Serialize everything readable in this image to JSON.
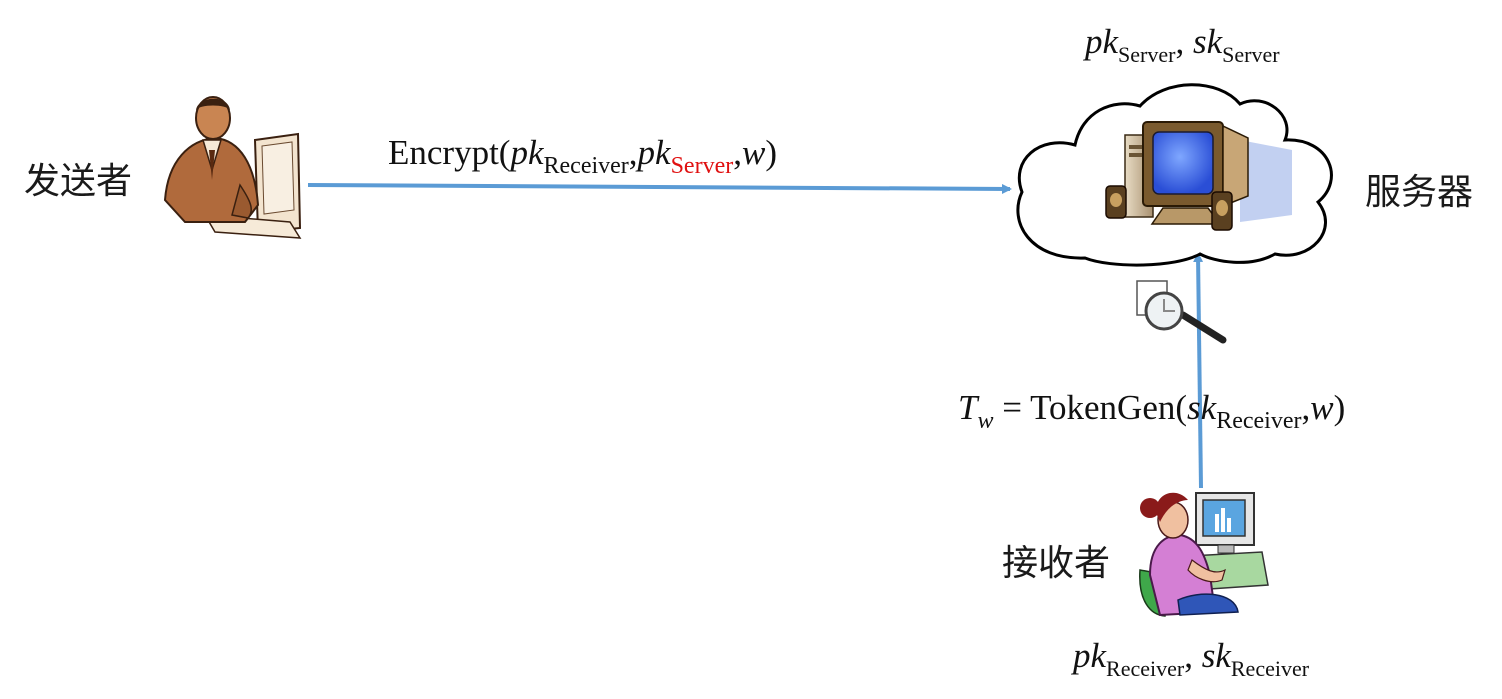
{
  "sender": {
    "label": "发送者"
  },
  "server": {
    "label": "服务器",
    "keys": {
      "pk": "pk",
      "sk": "sk",
      "sub": "Server",
      "sep": ", "
    }
  },
  "receiver": {
    "label": "接收者",
    "keys": {
      "pk": "pk",
      "sk": "sk",
      "sub": "Receiver",
      "sep": ", "
    }
  },
  "encrypt_edge": {
    "func": "Encrypt(",
    "pk": "pk",
    "sub1": "Receiver",
    "comma": ",",
    "sub2": "Server",
    "sep2": ",",
    "w": "w",
    "close": ")"
  },
  "token_edge": {
    "T": "T",
    "Tsub": "w",
    "eq": " = TokenGen(",
    "sk": "sk",
    "sub": "Receiver",
    "comma": ",",
    "w": "w",
    "close": ")"
  },
  "colors": {
    "arrow": "#5b9bd5",
    "highlight": "#e01010",
    "cloud_stroke": "#000000"
  },
  "icons": [
    "sender-person-computer-icon",
    "server-computer-icon",
    "search-document-icon",
    "receiver-person-computer-icon",
    "cloud-icon"
  ]
}
